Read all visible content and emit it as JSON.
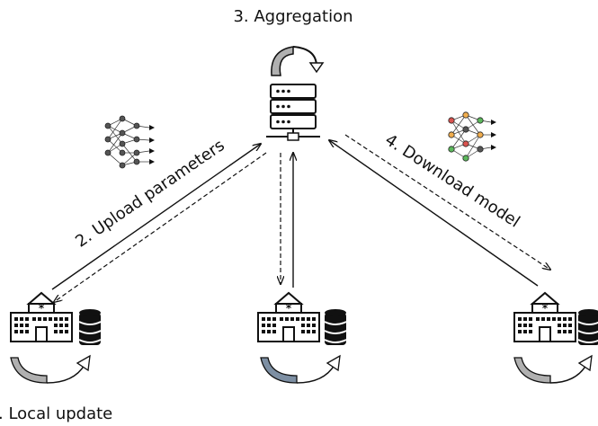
{
  "title": "3. Aggregation",
  "upload_label": "2. Upload parameters",
  "download_label": "4. Download model",
  "local_label": ". Local update",
  "icons": {
    "server": "server-icon",
    "hospital": "hospital-icon",
    "database": "database-icon",
    "neural_network": "neural-network-icon",
    "cycle_arrow": "cycle-arrow-icon"
  },
  "colors": {
    "ink": "#111111",
    "arrow_gray": "#b0b0b0",
    "arrow_blue_gray": "#7d8fa3",
    "node_red": "#d9534f",
    "node_orange": "#f0ad4e",
    "node_green": "#5cb85c",
    "node_dark": "#555555"
  }
}
